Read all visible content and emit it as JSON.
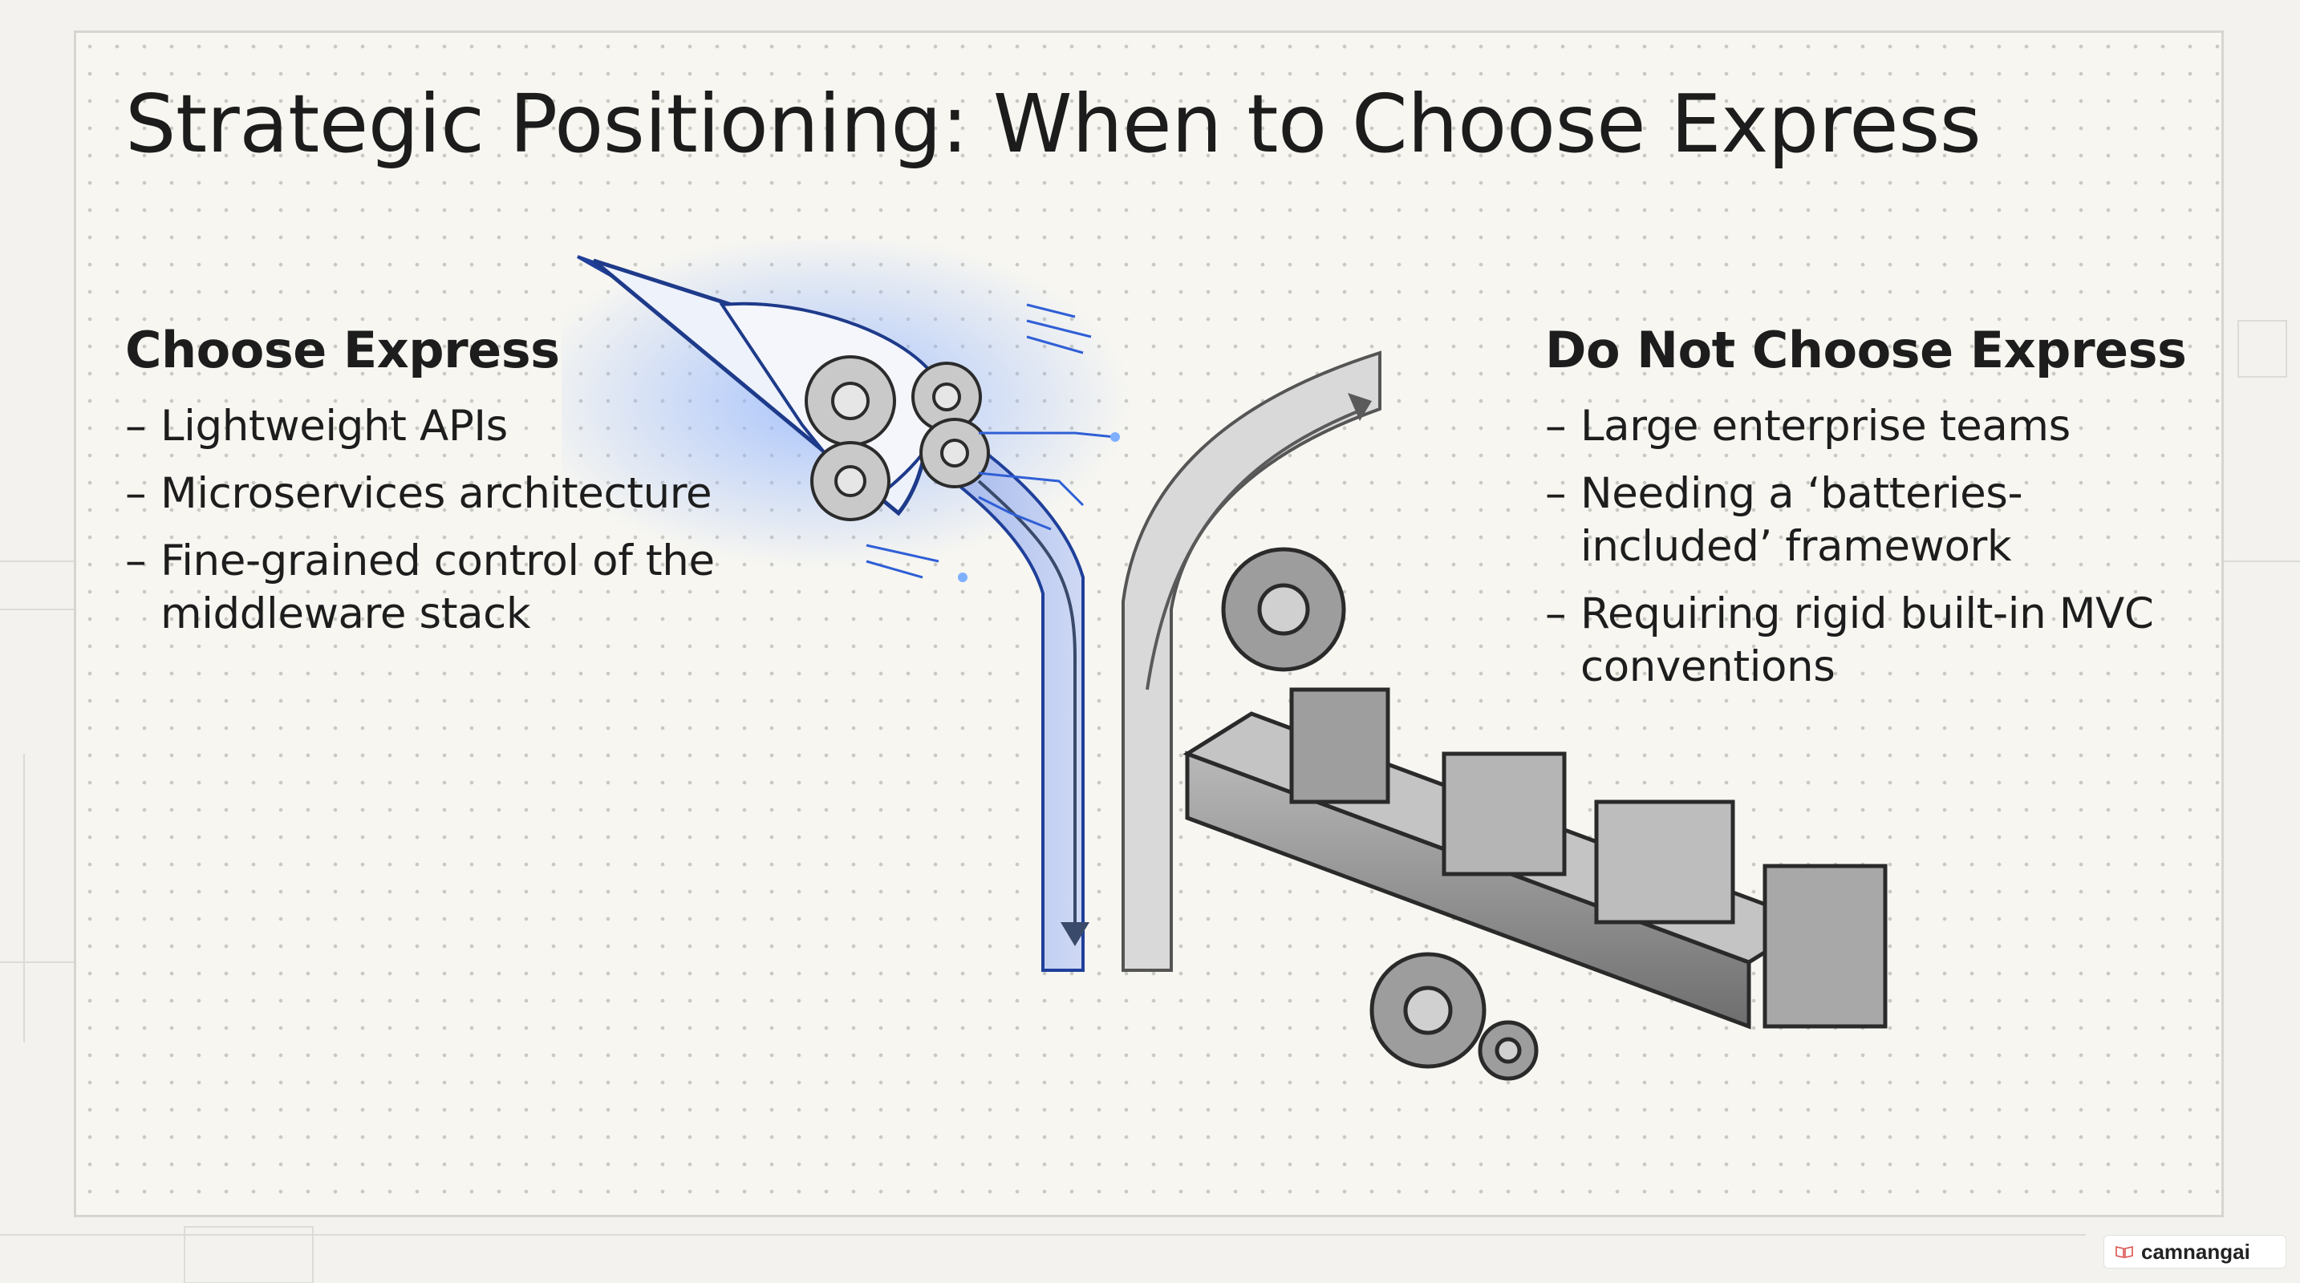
{
  "slide": {
    "title": "Strategic Positioning: When to Choose Express",
    "choose": {
      "heading": "Choose Express",
      "items": [
        {
          "dash": "–",
          "text": "Lightweight APIs"
        },
        {
          "dash": "–",
          "text": "Microservices architecture"
        },
        {
          "dash": "–",
          "text": "Fine-grained control of the middleware stack"
        }
      ]
    },
    "do_not_choose": {
      "heading": "Do Not Choose Express",
      "items": [
        {
          "dash": "–",
          "text": "Large enterprise teams"
        },
        {
          "dash": "–",
          "text": "Needing a ‘batteries-included’ framework"
        },
        {
          "dash": "–",
          "text": "Requiring rigid built-in MVC conventions"
        }
      ]
    }
  },
  "branding": {
    "name": "camnangai",
    "icon": "book-icon"
  },
  "colors": {
    "accent_blue": "#2f5fd6",
    "glow_blue": "#8fb3ff",
    "machine_gray": "#8a8a8a",
    "text": "#1c1c1c",
    "background": "#f3f2ee"
  }
}
